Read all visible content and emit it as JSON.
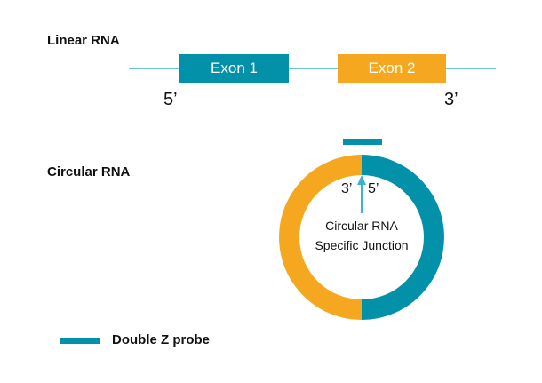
{
  "colors": {
    "teal": "#0390A9",
    "orange": "#F5A81F",
    "line": "#39B3D0",
    "arrow": "#39B3D0",
    "text": "#111111"
  },
  "linear": {
    "title": "Linear RNA",
    "exon1": "Exon 1",
    "exon2": "Exon 2",
    "five_prime": "5’",
    "three_prime": "3’"
  },
  "circular": {
    "title": "Circular RNA",
    "three_prime": "3’",
    "five_prime": "5’",
    "junction_line1": "Circular RNA",
    "junction_line2": "Specific Junction"
  },
  "legend": {
    "probe_label": "Double Z probe"
  }
}
